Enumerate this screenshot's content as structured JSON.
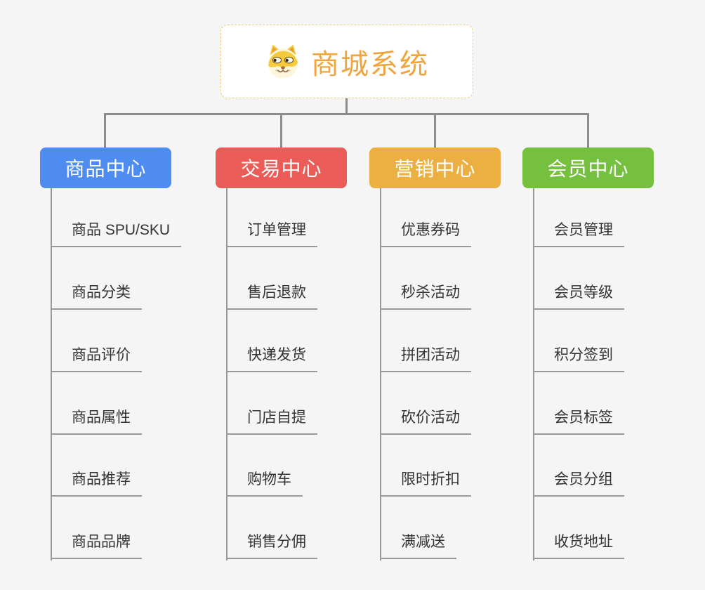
{
  "root": {
    "title": "商城系统",
    "icon": "doge-icon",
    "title_color": "#f0a43c",
    "border_color": "#f3c97f",
    "background": "#ffffff"
  },
  "connector_color": "#8c8c8c",
  "sub_line_color": "#999999",
  "canvas_background": "#f5f5f5",
  "branches": [
    {
      "label": "商品中心",
      "color": "#4e8cf0",
      "items": [
        "商品 SPU/SKU",
        "商品分类",
        "商品评价",
        "商品属性",
        "商品推荐",
        "商品品牌"
      ]
    },
    {
      "label": "交易中心",
      "color": "#e95c57",
      "items": [
        "订单管理",
        "售后退款",
        "快递发货",
        "门店自提",
        "购物车",
        "销售分佣"
      ]
    },
    {
      "label": "营销中心",
      "color": "#ecaf41",
      "items": [
        "优惠券码",
        "秒杀活动",
        "拼团活动",
        "砍价活动",
        "限时折扣",
        "满减送"
      ]
    },
    {
      "label": "会员中心",
      "color": "#75c13f",
      "items": [
        "会员管理",
        "会员等级",
        "积分签到",
        "会员标签",
        "会员分组",
        "收货地址"
      ]
    }
  ]
}
